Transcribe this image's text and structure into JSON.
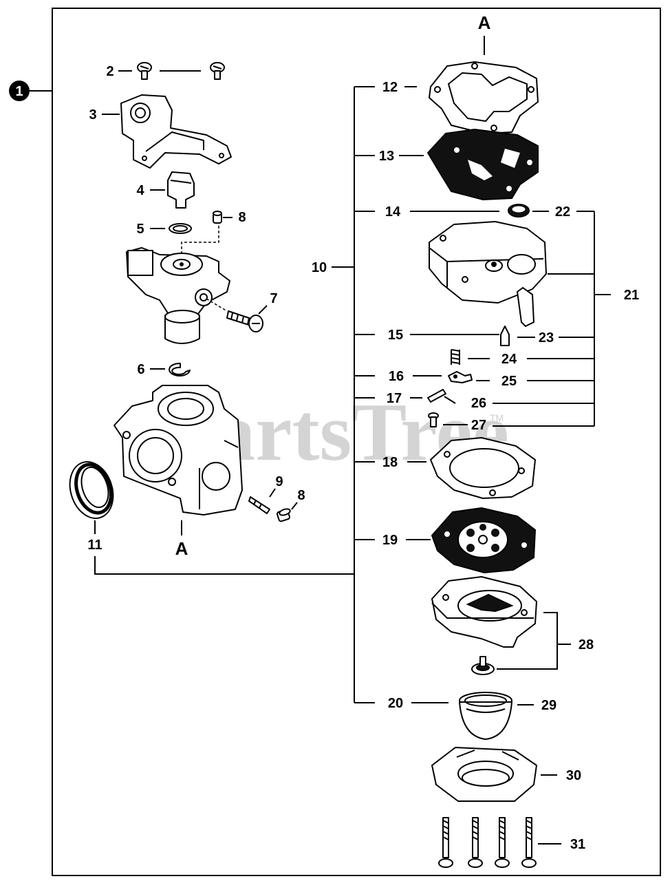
{
  "watermark": {
    "text": "PartsTree",
    "tm": "TM"
  },
  "assembly_badge": "1",
  "reference_marks": {
    "top": "A",
    "bottom": "A"
  },
  "callouts": {
    "c2": "2",
    "c3": "3",
    "c4": "4",
    "c5": "5",
    "c6": "6",
    "c7": "7",
    "c8a": "8",
    "c8b": "8",
    "c9": "9",
    "c10": "10",
    "c11": "11",
    "c12": "12",
    "c13": "13",
    "c14": "14",
    "c15": "15",
    "c16": "16",
    "c17": "17",
    "c18": "18",
    "c19": "19",
    "c20": "20",
    "c21": "21",
    "c22": "22",
    "c23": "23",
    "c24": "24",
    "c25": "25",
    "c26": "26",
    "c27": "27",
    "c28": "28",
    "c29": "29",
    "c30": "30",
    "c31": "31"
  }
}
